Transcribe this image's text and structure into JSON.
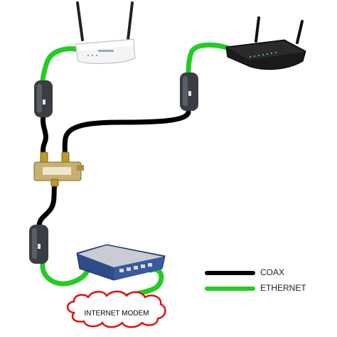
{
  "legend": {
    "coax": {
      "label": "COAX",
      "color": "#000000"
    },
    "ethernet": {
      "label": "ETHERNET",
      "color": "#22cc22"
    }
  },
  "modem_cloud": {
    "label": "INTERNET MODEM",
    "border_color": "#e01010"
  },
  "devices": {
    "router_white": {
      "color": "#f2f2f2",
      "icon": "router-icon"
    },
    "router_black": {
      "color": "#1a1a1a",
      "icon": "router-icon"
    },
    "moca_adapter": {
      "color": "#3a3d42",
      "icon": "moca-adapter-icon"
    },
    "splitter": {
      "color": "#c8a93a",
      "icon": "coax-splitter-icon"
    },
    "switch": {
      "color": "#2d4c8a",
      "icon": "network-switch-icon"
    }
  },
  "cables": {
    "coax_color": "#000000",
    "ethernet_color": "#22cc22"
  }
}
